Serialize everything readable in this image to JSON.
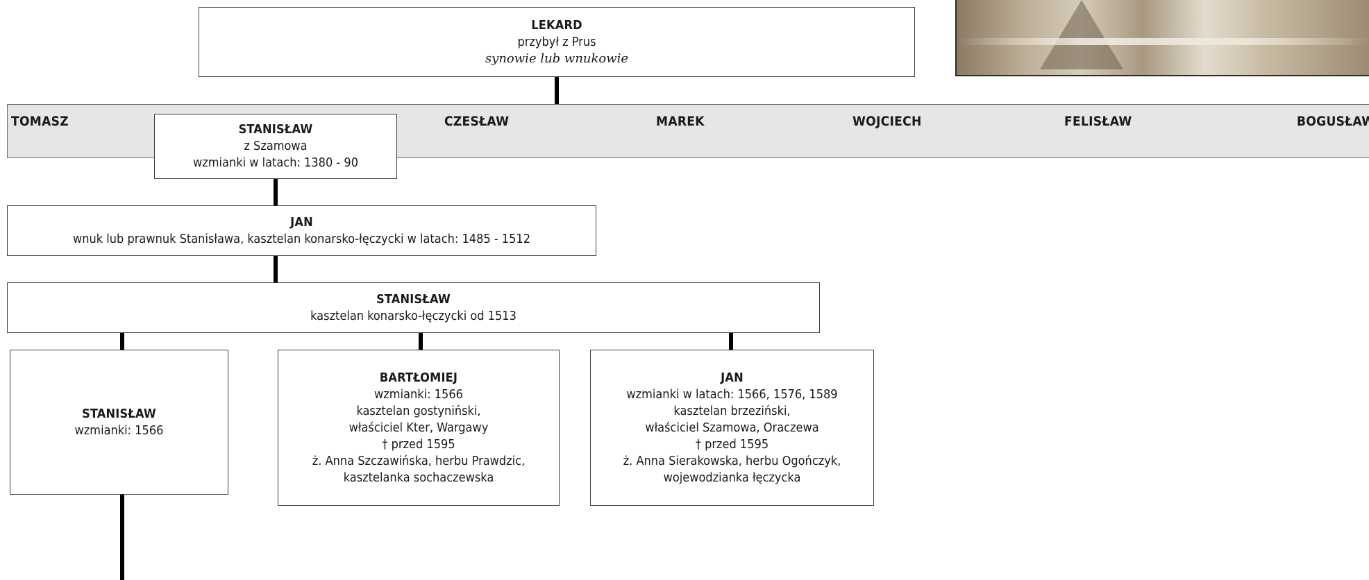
{
  "photo": {
    "alt": "sepia-photo"
  },
  "root": {
    "name": "LEKARD",
    "line1": "przybył z Prus",
    "line2": "synowie lub wnukowie"
  },
  "band": {
    "names": [
      "TOMASZ",
      "CZESłAW",
      "MAREK",
      "WOJCIECH",
      "FELISłAW",
      "BOGUSłAW"
    ]
  },
  "stanislaw1": {
    "name": "STANISłAW",
    "line1": "z Szamowa",
    "line2": "wzmianki w latach: 1380 - 90"
  },
  "jan1": {
    "name": "JAN",
    "line1": "wnuk lub prawnuk Stanisława, kasztelan konarsko-łęczycki w latach: 1485 - 1512"
  },
  "stanislaw2": {
    "name": "STANISŁAW",
    "line1": "kasztelan konarsko-łęczycki od 1513"
  },
  "children": [
    {
      "name": "STANISłAW",
      "lines": [
        "wzmianki: 1566"
      ]
    },
    {
      "name": "BARTłOMIEJ",
      "lines": [
        "wzmianki: 1566",
        "kasztelan gostyniński,",
        "właściciel Kter, Wargawy",
        "† przed 1595",
        "ż. Anna Szczawińska, herbu Prawdzic,",
        "kasztelanka sochaczewska"
      ]
    },
    {
      "name": "JAN",
      "lines": [
        "wzmianki w latach: 1566, 1576, 1589",
        "kasztelan brzeziński,",
        "właściciel Szamowa, Oraczewa",
        "† przed 1595",
        "ż. Anna Sierakowska, herbu Ogończyk,",
        "wojewodzianka łęczycka"
      ]
    }
  ]
}
